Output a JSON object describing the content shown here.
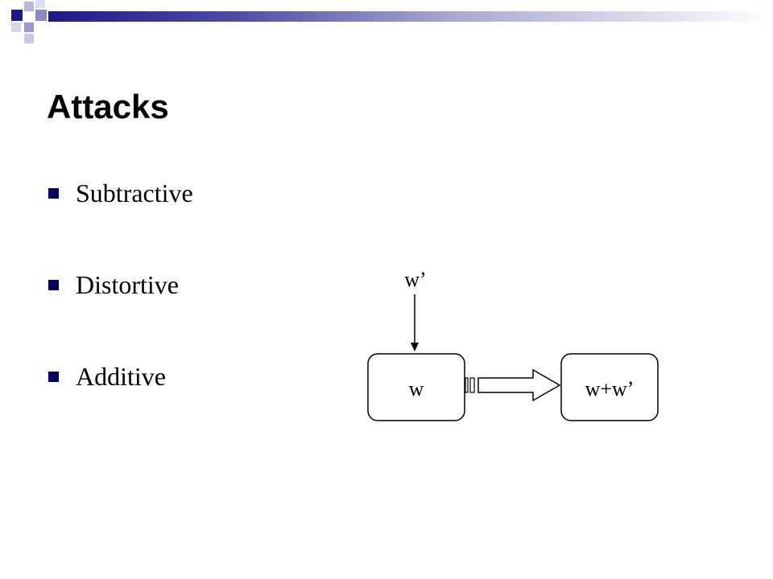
{
  "slide": {
    "title": "Attacks",
    "bullets": [
      {
        "label": "Subtractive"
      },
      {
        "label": "Distortive"
      },
      {
        "label": "Additive"
      }
    ]
  },
  "diagram": {
    "input_label": "w’",
    "source_box_label": "w",
    "result_box_label": "w+w’"
  },
  "colors": {
    "title_bar_start": "#1a1a8c",
    "bullet": "#000066"
  }
}
